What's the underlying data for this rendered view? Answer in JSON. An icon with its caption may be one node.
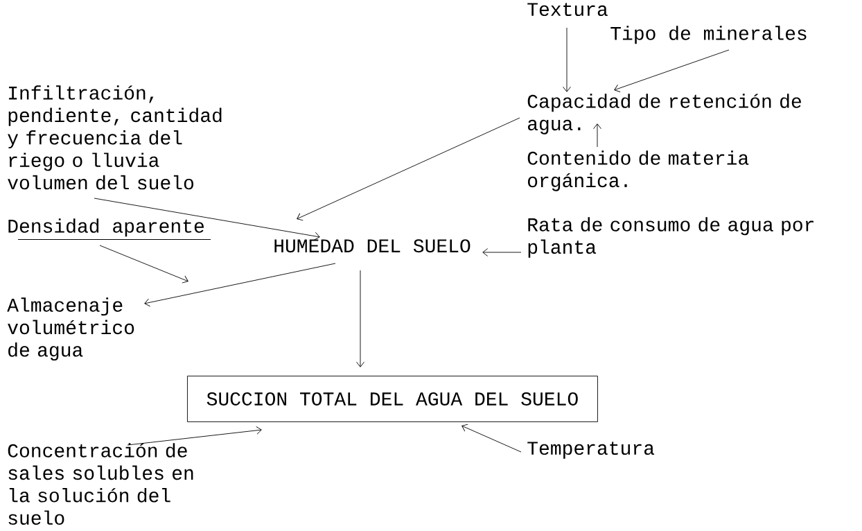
{
  "diagram": {
    "nodes": [
      {
        "text": [
          "Textura"
        ]
      },
      {
        "text": [
          "Tipo de minerales"
        ]
      },
      {
        "text": [
          "Capacidad de retención de agua."
        ]
      },
      {
        "text": [
          "Contenido de materia orgánica."
        ]
      },
      {
        "text": [
          "Infiltración, pendiente, cantidad y frecuencia del riego o lluvia volumen del suelo"
        ]
      },
      {
        "text": [
          "Densidad aparente"
        ]
      },
      {
        "text": [
          "HUMEDAD DEL SUELO"
        ]
      },
      {
        "text": [
          "Rata de consumo de agua por planta"
        ]
      },
      {
        "text": [
          "Almacenaje volumétrico de agua"
        ]
      },
      {
        "text": [
          "SUCCION TOTAL DEL AGUA DEL SUELO"
        ]
      },
      {
        "text": [
          "Concentración de sales solubles en la solución del suelo"
        ]
      },
      {
        "text": [
          "Temperatura"
        ]
      }
    ],
    "edges": [
      {
        "from": 0,
        "to": 2,
        "arrow": "to"
      },
      {
        "from": 1,
        "to": 2,
        "arrow": "to"
      },
      {
        "from": 3,
        "to": 2,
        "arrow": "to"
      },
      {
        "from": 2,
        "to": 6,
        "arrow": "to"
      },
      {
        "from": 4,
        "to": 6,
        "arrow": "to"
      },
      {
        "from": 7,
        "to": 6,
        "arrow": "to"
      },
      {
        "from": 5,
        "to": null,
        "arrow": "to"
      },
      {
        "from": 6,
        "to": 8,
        "arrow": "to"
      },
      {
        "from": 6,
        "to": 9,
        "arrow": "to"
      },
      {
        "from": 10,
        "to": 9,
        "arrow": "to"
      },
      {
        "from": 11,
        "to": 9,
        "arrow": "to"
      }
    ]
  }
}
